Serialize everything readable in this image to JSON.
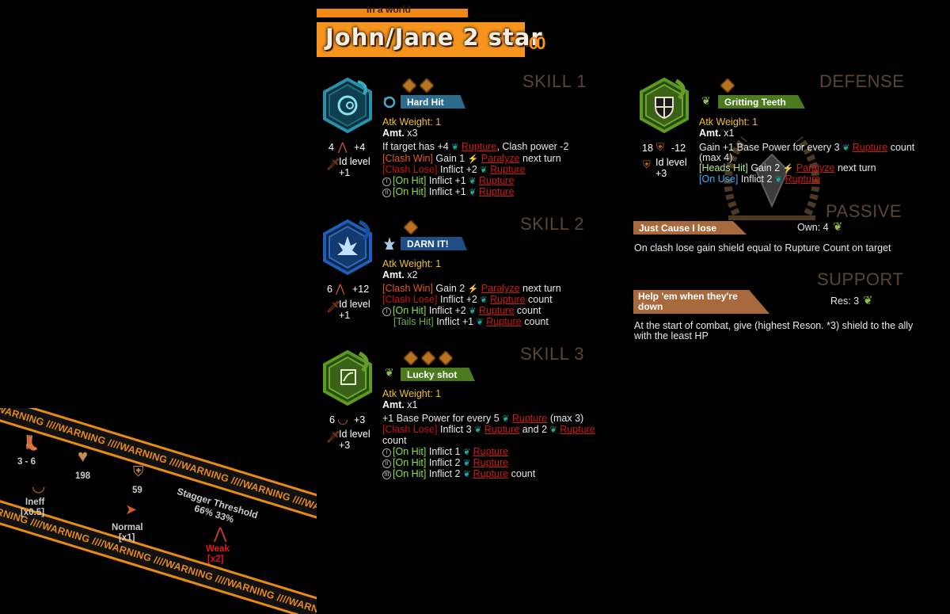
{
  "header": {
    "subtitle": "In a world",
    "title": "John/Jane 2 star",
    "eyes": "00"
  },
  "sections": {
    "skill1": "SKILL 1",
    "skill2": "SKILL 2",
    "skill3": "SKILL 3",
    "defense": "DEFENSE",
    "passive": "PASSIVE",
    "support": "SUPPORT"
  },
  "skill1": {
    "name": "Hard Hit",
    "atk_weight": "Atk Weight: 1",
    "amt_label": "Amt.",
    "amt": "x3",
    "base": "4",
    "coin_power": "+4",
    "id_level": "Id level",
    "id_level_val": "+1",
    "l1a": "If target has +4",
    "l1b": "Rupture",
    "l1c": ", Clash power -2",
    "l2a": "[Clash Win]",
    "l2b": "Gain 1",
    "l2c": "Paralyze",
    "l2d": "next turn",
    "l3a": "[Clash Lose]",
    "l3b": "Inflict +2",
    "l3c": "Rupture",
    "l4a": "[On Hit]",
    "l4b": "Inflict +1",
    "l4c": "Rupture",
    "l5a": "[On Hit]",
    "l5b": "Inflict +1",
    "l5c": "Rupture",
    "c1": "I",
    "c2": "II"
  },
  "skill2": {
    "name": "DARN IT!",
    "atk_weight": "Atk Weight: 1",
    "amt_label": "Amt.",
    "amt": "x2",
    "base": "6",
    "coin_power": "+12",
    "id_level": "Id level",
    "id_level_val": "+1",
    "l1a": "[Clash Win]",
    "l1b": "Gain 2",
    "l1c": "Paralyze",
    "l1d": "next turn",
    "l2a": "[Clash Lose]",
    "l2b": "Inflict +2",
    "l2c": "Rupture",
    "l2d": "count",
    "l3a": "[On Hit]",
    "l3b": "Inflict +2",
    "l3c": "Rupture",
    "l3d": "count",
    "l4a": "[Tails Hit]",
    "l4b": "Inflict +1",
    "l4c": "Rupture",
    "l4d": "count",
    "c1": "I"
  },
  "skill3": {
    "name": "Lucky shot",
    "atk_weight": "Atk Weight: 1",
    "amt_label": "Amt.",
    "amt": "x1",
    "base": "6",
    "coin_power": "+3",
    "id_level": "Id level",
    "id_level_val": "+3",
    "l1a": "+1 Base Power for every 5",
    "l1b": "Rupture",
    "l1c": "(max 3)",
    "l2a": "[Clash Lose]",
    "l2b": "Inflict 3",
    "l2c": "Rupture",
    "l2d": "and 2",
    "l2e": "Rupture",
    "l2f": "count",
    "l3a": "[On Hit]",
    "l3b": "Inflict 1",
    "l3c": "Rupture",
    "l4a": "[On Hit]",
    "l4b": "Inflict 2",
    "l4c": "Rupture",
    "l5a": "[On Hit]",
    "l5b": "Inflict 2",
    "l5c": "Rupture",
    "l5d": "count",
    "c1": "I",
    "c2": "II",
    "c3": "III"
  },
  "defense": {
    "name": "Gritting Teeth",
    "atk_weight": "Atk Weight: 1",
    "amt_label": "Amt.",
    "amt": "x1",
    "base": "18",
    "coin_power": "-12",
    "id_level": "Id level",
    "id_level_val": "+3",
    "l1a": "Gain +1 Base Power for every 3",
    "l1b": "Rupture",
    "l1c": "count",
    "l1d": "(max 4)",
    "l2a": "[Heads Hit]",
    "l2b": "Gain 2",
    "l2c": "Paralyze",
    "l2d": "next turn",
    "l3a": "[On Use]",
    "l3b": "Inflict 2",
    "l3c": "Rupture"
  },
  "passive": {
    "name": "Just Cause I lose",
    "req": "Own: 4",
    "desc": "On clash lose gain shield equal to Rupture Count on target"
  },
  "support": {
    "name_l1": "Help 'em when they're",
    "name_l2": "down",
    "req": "Res: 3",
    "desc_l1": "At the start of combat, give (highest Reson. *3) shield to the ally",
    "desc_l2": "with the least HP"
  },
  "warning": {
    "strip_text": "WARNING ////WARNING ////WARNING ////WARNING ////WARNING ////WARNING ////WARNING ////WARNING",
    "speed": "3 - 6",
    "hp": "198",
    "defense": "59",
    "stagger_label": "Stagger Threshold",
    "stagger_vals": "66% 33%",
    "slash_label": "Ineff",
    "slash_mult": "[x0.5]",
    "pierce_label": "Normal",
    "pierce_mult": "[x1]",
    "blunt_label": "Weak",
    "blunt_mult": "[x2]"
  },
  "colors": {
    "orange": "#f7941d",
    "wrath": "#c81414",
    "gloom": "#2e6ea8",
    "sloth": "#6a8a2a"
  }
}
